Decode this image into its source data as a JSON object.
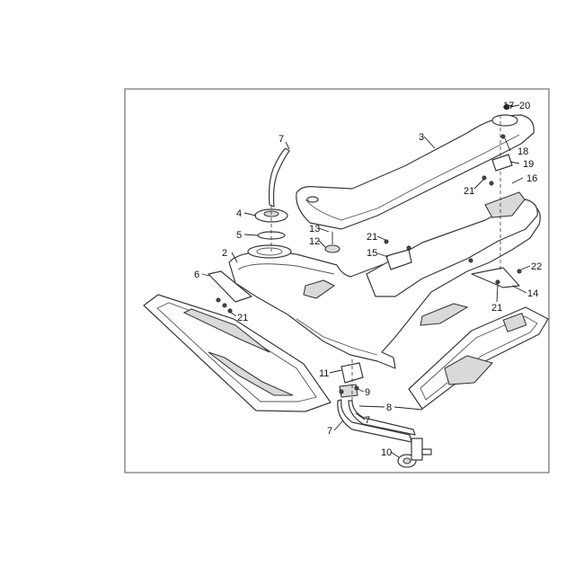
{
  "callouts": {
    "c1": "17",
    "c2": "20",
    "c3": "3",
    "c4": "7",
    "c5": "18",
    "c6": "19",
    "c7": "16",
    "c8": "21",
    "c9": "4",
    "c10": "5",
    "c11": "13",
    "c12": "12",
    "c13": "21",
    "c14": "2",
    "c15": "15",
    "c16": "6",
    "c17": "22",
    "c18": "21",
    "c19": "14",
    "c20": "21",
    "c21": "11",
    "c22": "9",
    "c23": "8",
    "c24": "7",
    "c25": "7",
    "c26": "10"
  },
  "colors": {
    "line": "#3a3a3a",
    "frame": "#555555",
    "fill_grey": "#d9d9d9"
  }
}
